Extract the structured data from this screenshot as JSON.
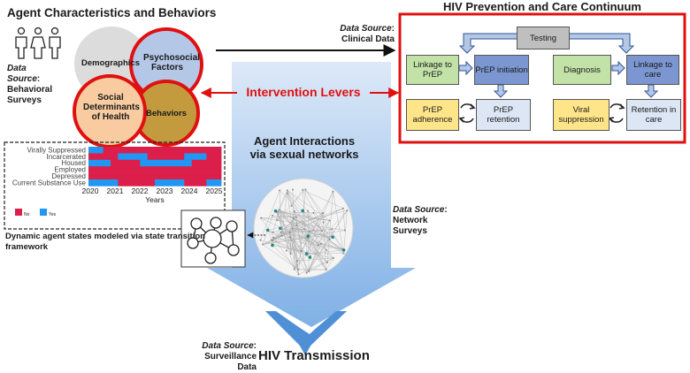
{
  "left": {
    "title": "Agent Characteristics and Behaviors",
    "behavioral_source": {
      "label": "Data Source",
      "value": "Behavioral Surveys"
    },
    "venn": {
      "demographics": "Demographics",
      "psychosocial": "Psychosocial Factors",
      "sdoh": "Social Determinants of Health",
      "behaviors": "Behaviors"
    },
    "states_caption": "Dynamic agent states modeled via state transition framework"
  },
  "chart_data": {
    "type": "heatmap",
    "rows": [
      "Virally Suppressed",
      "Incarcerated",
      "Housed",
      "Employed",
      "Depressed",
      "Current Substance Use"
    ],
    "x_ticks": [
      "2020",
      "2021",
      "2022",
      "2023",
      "2024",
      "2025"
    ],
    "xlabel": "Years",
    "legend": [
      {
        "name": "No",
        "color": "#dc1e4a"
      },
      {
        "name": "Yes",
        "color": "#2196f3"
      }
    ],
    "cells": [
      [
        "Yes",
        "Yes",
        "No",
        "No",
        "No",
        "No",
        "No",
        "No",
        "No",
        "No",
        "No",
        "No",
        "No",
        "No",
        "No",
        "No",
        "No",
        "No"
      ],
      [
        "No",
        "No",
        "No",
        "No",
        "Yes",
        "Yes",
        "Yes",
        "Yes",
        "No",
        "No",
        "No",
        "No",
        "No",
        "Yes",
        "Yes",
        "Yes",
        "No",
        "No"
      ],
      [
        "Yes",
        "Yes",
        "Yes",
        "No",
        "No",
        "No",
        "No",
        "Yes",
        "Yes",
        "Yes",
        "Yes",
        "Yes",
        "Yes",
        "Yes",
        "No",
        "No",
        "No",
        "No"
      ],
      [
        "No",
        "No",
        "No",
        "No",
        "No",
        "No",
        "No",
        "No",
        "No",
        "No",
        "No",
        "No",
        "No",
        "No",
        "No",
        "No",
        "No",
        "No"
      ],
      [
        "No",
        "No",
        "No",
        "No",
        "No",
        "No",
        "No",
        "No",
        "No",
        "No",
        "No",
        "No",
        "No",
        "No",
        "No",
        "No",
        "No",
        "No"
      ],
      [
        "Yes",
        "Yes",
        "Yes",
        "Yes",
        "No",
        "No",
        "No",
        "No",
        "No",
        "Yes",
        "Yes",
        "Yes",
        "Yes",
        "No",
        "No",
        "No",
        "Yes",
        "Yes"
      ]
    ]
  },
  "center": {
    "interactions_title": "Agent Interactions via sexual networks",
    "intervention_levers": "Intervention Levers",
    "clinical_source": {
      "label": "Data Source",
      "value": "Clinical Data"
    },
    "network_source": {
      "label": "Data Source",
      "value": "Network Surveys"
    },
    "surveillance_source": {
      "label": "Data Source",
      "value": "Surveillance Data"
    },
    "transmission": "HIV Transmission"
  },
  "continuum": {
    "title": "HIV Prevention and Care Continuum",
    "testing": "Testing",
    "linkage_prep": "Linkage to PrEP",
    "prep_initiation": "PrEP initiation",
    "diagnosis": "Diagnosis",
    "linkage_care": "Linkage to care",
    "prep_adherence": "PrEP adherence",
    "prep_retention": "PrEP retention",
    "viral_suppression": "Viral suppression",
    "retention_care": "Retention in care"
  },
  "colors": {
    "red_accent": "#e01010",
    "green_box": "#c3e2a8",
    "blue_box": "#7b96d0",
    "yellow_box": "#ffe58a",
    "light_blue_box": "#dce6f5",
    "testing_box": "#bfbfbf",
    "funnel_top": "#c7dcf5",
    "funnel_bottom": "#4f8fd6"
  }
}
